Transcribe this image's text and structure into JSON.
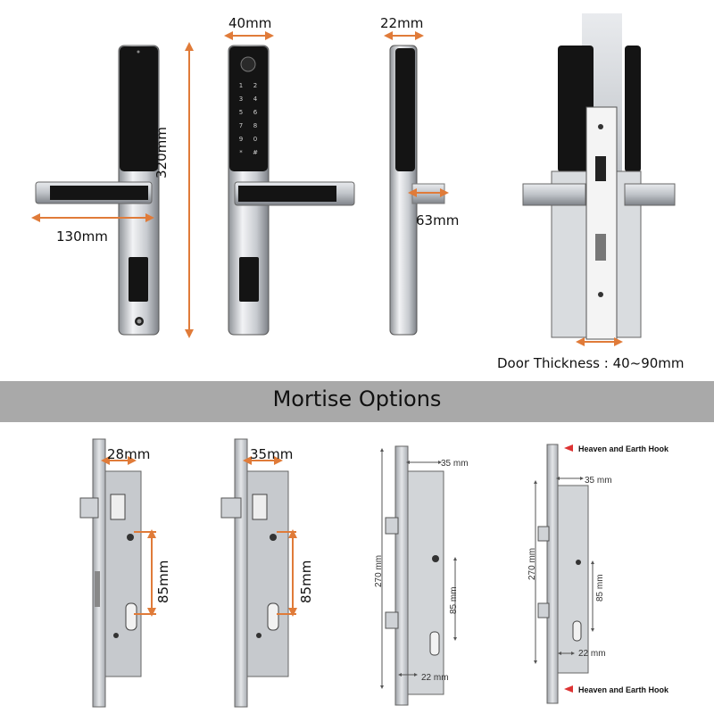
{
  "top": {
    "handle_width": "40mm",
    "side_thickness": "22mm",
    "handle_length": "130mm",
    "overall_height": "320mm",
    "handle_projection": "63mm",
    "door_thickness": "Door Thickness : 40~90mm"
  },
  "banner": {
    "title": "Mortise Options"
  },
  "mortises": {
    "m1": {
      "backset": "28mm",
      "centre": "85mm"
    },
    "m2": {
      "backset": "35mm",
      "centre": "85mm"
    },
    "m3": {
      "backset": "35 mm",
      "height": "270 mm",
      "centre": "85 mm",
      "bottom": "22 mm"
    },
    "m4": {
      "backset": "35 mm",
      "height": "270 mm",
      "centre": "85 mm",
      "bottom": "22 mm",
      "hook_top": "Heaven and Earth Hook",
      "hook_bottom": "Heaven and Earth Hook"
    }
  },
  "colors": {
    "dimension": "#e07b39",
    "banner": "#a9a9a9",
    "lock_body": "#141414",
    "steel": "#c9ccd0"
  }
}
